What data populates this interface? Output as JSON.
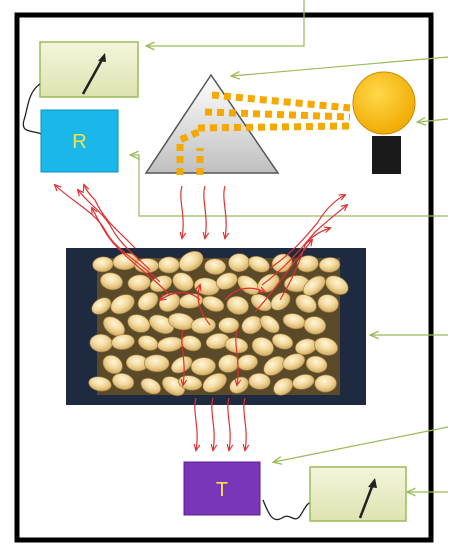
{
  "receiver": {
    "label": "R",
    "color": "#1ab8ea",
    "text_color": "#f2e24a"
  },
  "transmitter": {
    "label": "T",
    "color": "#7a35b8",
    "text_color": "#f2e24a"
  },
  "colors": {
    "frame": "#000000",
    "leader_line": "#9bbb59",
    "meter_fill": "#eef0cf",
    "meter_stroke": "#9bbb59",
    "microwave_arrow": "#e03030",
    "light_beam": "#f5a800",
    "lamp": "#f5b800",
    "prism_fill": "#d9d9d9"
  },
  "icons": [
    "meter-needle-icon",
    "lamp-icon",
    "prism-icon",
    "corn-kernels-image"
  ]
}
